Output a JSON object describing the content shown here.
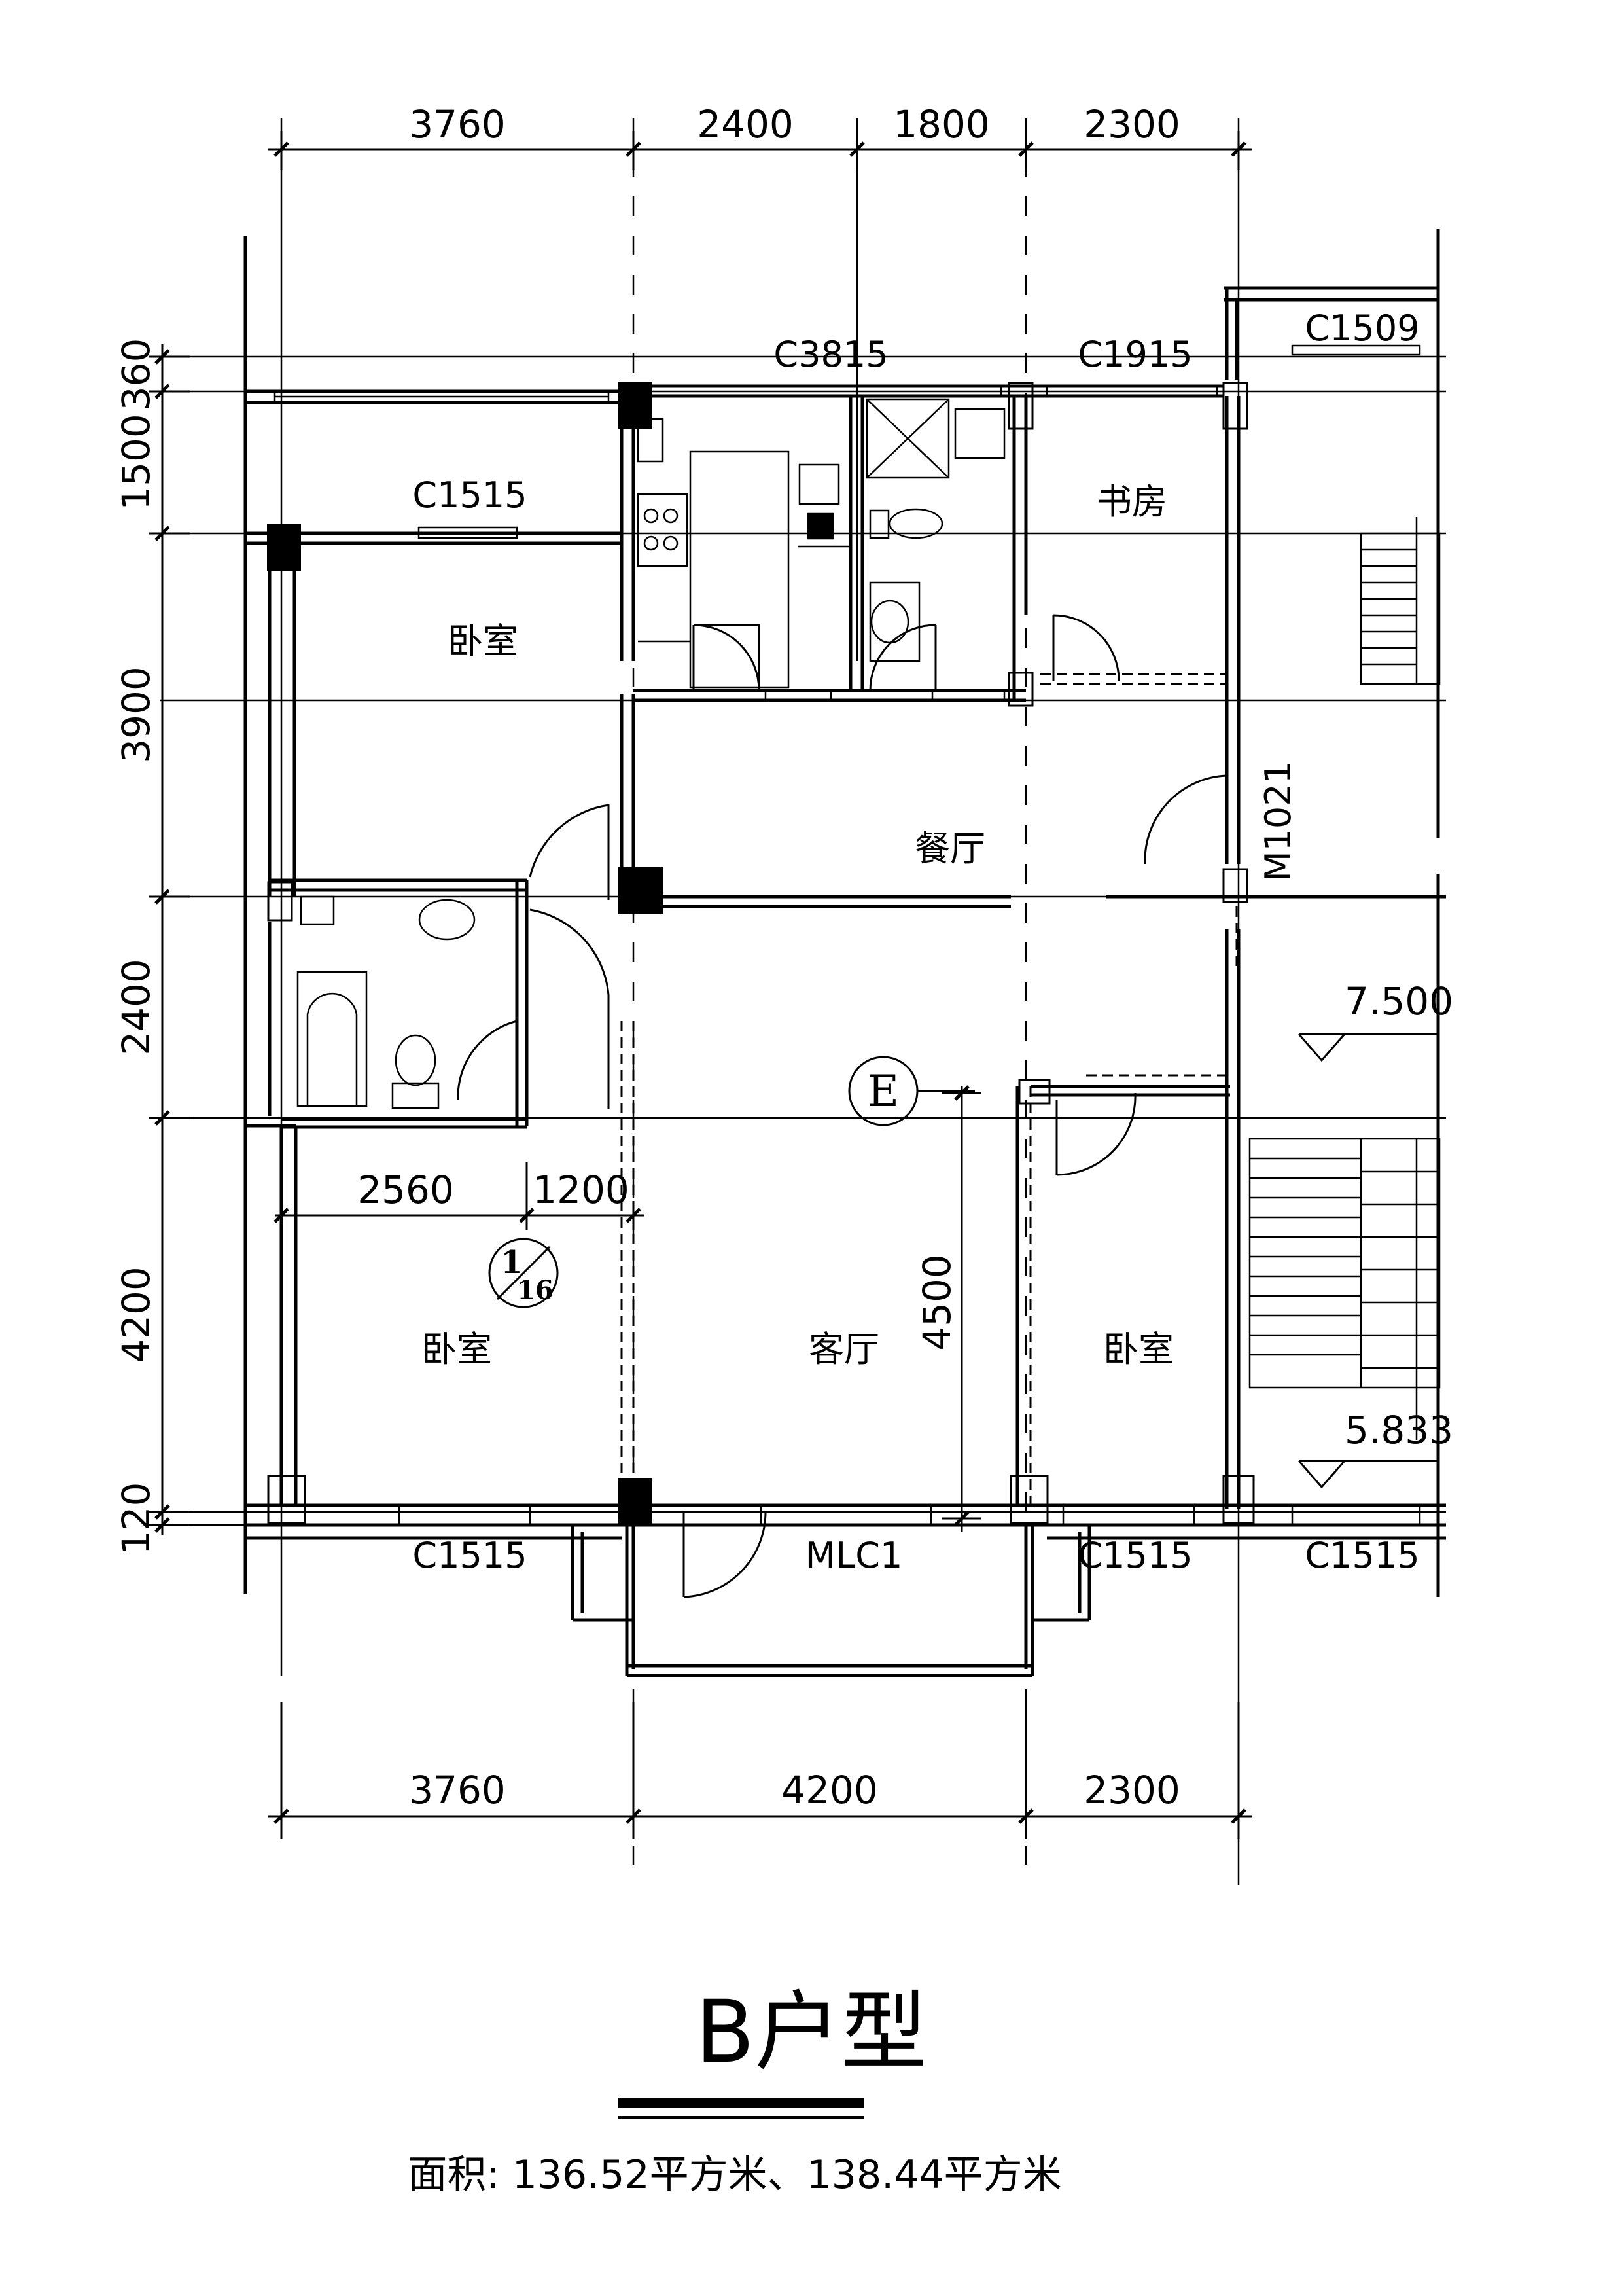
{
  "plan_title": "B户型",
  "area_text": "面积: 136.52平方米、138.44平方米",
  "dimensions": {
    "top": [
      "3760",
      "2400",
      "1800",
      "2300"
    ],
    "bottom": [
      "3760",
      "4200",
      "2300"
    ],
    "left": [
      "360",
      "1500",
      "3900",
      "2400",
      "4200",
      "120"
    ],
    "inner_horizontal": [
      "2560",
      "1200"
    ],
    "inner_vertical": "4500"
  },
  "rooms": {
    "bedroom_upper_left": "卧室",
    "bedroom_lower_left": "卧室",
    "bedroom_lower_right": "卧室",
    "study": "书房",
    "dining": "餐厅",
    "living": "客厅"
  },
  "windows": {
    "top_kitchen": "C3815",
    "top_study": "C1915",
    "top_right": "C1509",
    "upper_left": "C1515",
    "bottom_left": "C1515",
    "bottom_mid_right": "C1515",
    "bottom_right": "C1515",
    "balcony_door": "MLC1",
    "entry_door": "M1021"
  },
  "levels": [
    "7.500",
    "5.833"
  ],
  "axis_marker": "E",
  "detail_marker": {
    "number": "1",
    "sheet": "16"
  }
}
